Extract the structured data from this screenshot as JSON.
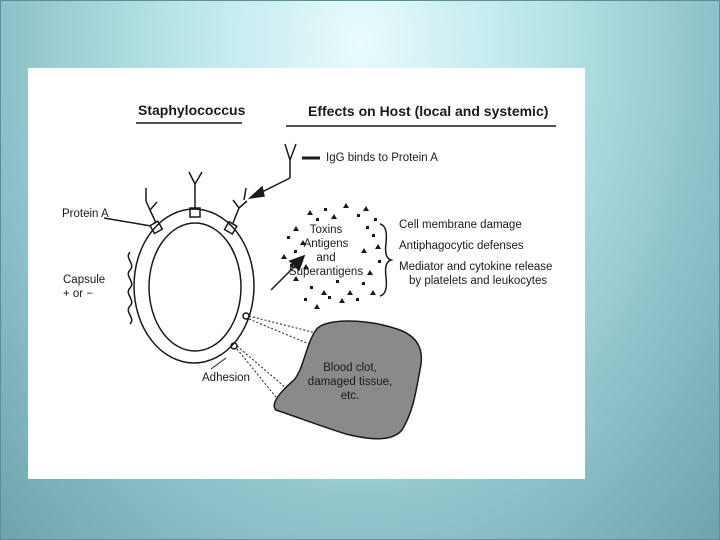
{
  "diagram": {
    "left_title": "Staphylococcus",
    "right_title": "Effects on Host (local and systemic)",
    "igg_label": "IgG binds to Protein A",
    "protein_a_label": "Protein A",
    "capsule_label_1": "Capsule",
    "capsule_label_2": "+ or −",
    "toxins_label_1": "Toxins",
    "toxins_label_2": "Antigens",
    "toxins_label_3": "and",
    "toxins_label_4": "Superantigens",
    "effects": [
      "Cell membrane damage",
      "Antiphagocytic defenses",
      "Mediator and cytokine release",
      "by platelets and leukocytes"
    ],
    "adhesion_label": "Adhesion",
    "clot_label_1": "Blood clot,",
    "clot_label_2": "damaged tissue,",
    "clot_label_3": "etc.",
    "colors": {
      "clot_fill": "#8a8a8a",
      "line": "#1a1a1a",
      "panel": "#ffffff"
    }
  }
}
